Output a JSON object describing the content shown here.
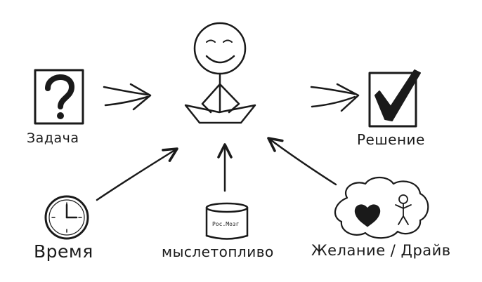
{
  "labels": {
    "task": "Задача",
    "solution": "Решение",
    "time": "Время",
    "fuel": "мыслетопливо",
    "desire": "Желание / Драйв"
  },
  "jar_label": "Рос.Мозг",
  "icons": {
    "task": "question-mark-box-icon",
    "solution": "checkmark-box-icon",
    "thinker": "meditating-person-icon",
    "time": "clock-icon",
    "fuel": "jar-icon",
    "desire": "cloud-heart-person-icon"
  },
  "colors": {
    "ink": "#1a1a1a",
    "background": "#ffffff"
  }
}
